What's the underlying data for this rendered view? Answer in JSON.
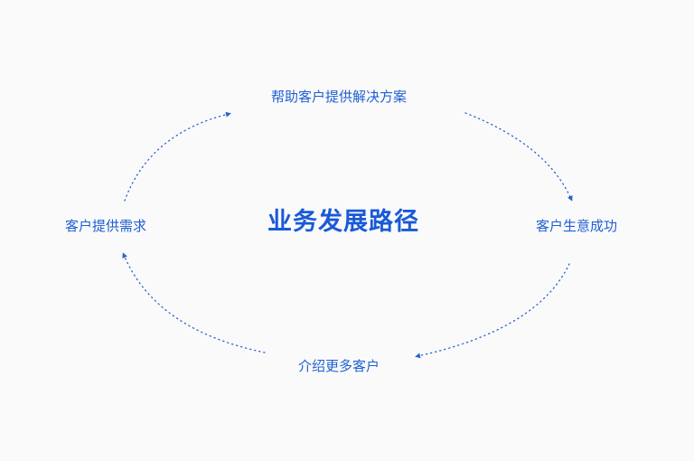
{
  "diagram": {
    "center_title": "业务发展路径",
    "steps": {
      "top": "帮助客户提供解决方案",
      "right": "客户生意成功",
      "bottom": "介绍更多客户",
      "left": "客户提供需求"
    }
  },
  "colors": {
    "accent": "#1a5ad6",
    "text": "#1f5fd1",
    "arrow": "#2a63c9",
    "background": "#fafafb"
  }
}
